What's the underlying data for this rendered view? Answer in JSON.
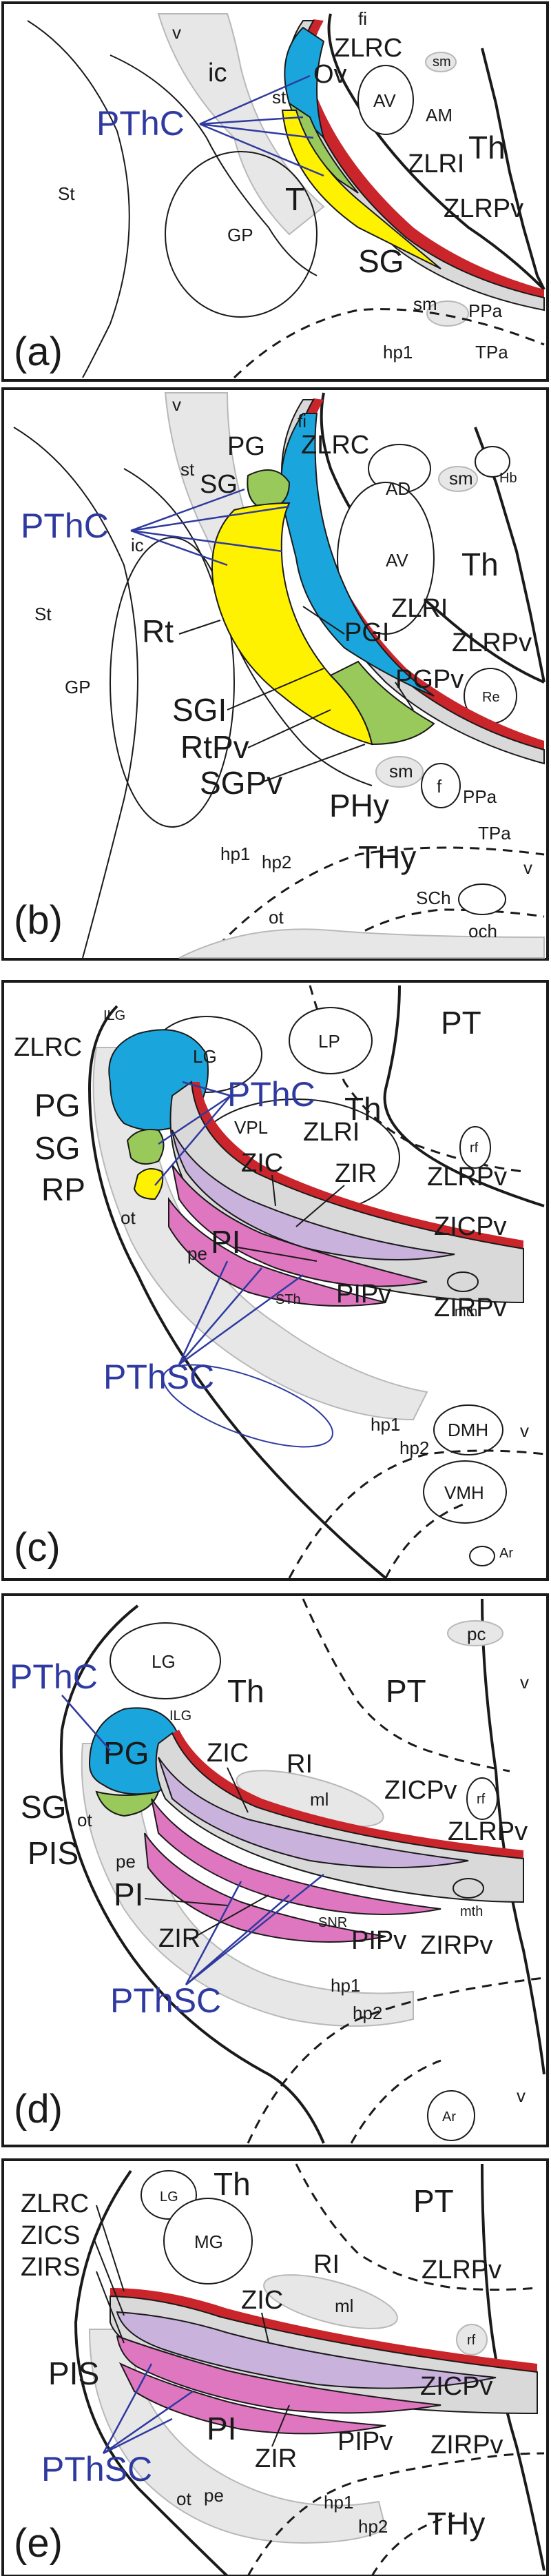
{
  "colors": {
    "blue_fill": "#1aa6dc",
    "yellow_fill": "#fff200",
    "green_fill": "#9ac95b",
    "red_band": "#c9252b",
    "lilac_fill": "#c9b2dc",
    "pink_fill": "#df76c0",
    "gray_fill": "#d9d9d9",
    "label_blue": "#2f3aa0"
  },
  "panels": [
    {
      "id": "a",
      "panel_label": "(a)",
      "labels": {
        "v": "v",
        "fi": "fi",
        "ZLRC": "ZLRC",
        "sm_top": "sm",
        "ic": "ic",
        "st": "st",
        "Ov": "Ov",
        "AV": "AV",
        "AM": "AM",
        "PThC": "PThC",
        "Th": "Th",
        "ZLRI": "ZLRI",
        "St": "St",
        "T": "T",
        "ZLRPv": "ZLRPv",
        "GP": "GP",
        "SG": "SG",
        "sm_bottom": "sm",
        "PPa": "PPa",
        "hp1": "hp1",
        "TPa": "TPa"
      }
    },
    {
      "id": "b",
      "panel_label": "(b)",
      "labels": {
        "v": "v",
        "fi": "fi",
        "ZLRC": "ZLRC",
        "PG": "PG",
        "st": "st",
        "SG": "SG",
        "sm": "sm",
        "Hb": "Hb",
        "AD": "AD",
        "PThC": "PThC",
        "ic": "ic",
        "AV": "AV",
        "Th": "Th",
        "ZLRI": "ZLRI",
        "St": "St",
        "Rt": "Rt",
        "PGI": "PGI",
        "ZLRPv": "ZLRPv",
        "GP": "GP",
        "PGPv": "PGPv",
        "SGI": "SGI",
        "Re": "Re",
        "RtPv": "RtPv",
        "SGPv": "SGPv",
        "sm2": "sm",
        "f": "f",
        "PPa": "PPa",
        "PHy": "PHy",
        "TPa": "TPa",
        "hp1": "hp1",
        "hp2": "hp2",
        "THy": "THy",
        "v2": "v",
        "SCh": "SCh",
        "ot": "ot",
        "och": "och"
      }
    },
    {
      "id": "c",
      "panel_label": "(c)",
      "labels": {
        "LP": "LP",
        "PT": "PT",
        "ILG": "ILG",
        "LG": "LG",
        "ZLRC": "ZLRC",
        "PThC": "PThC",
        "Th": "Th",
        "rf": "rf",
        "PG": "PG",
        "VPL": "VPL",
        "ZLRI": "ZLRI",
        "SG": "SG",
        "ZIC": "ZIC",
        "ZIR": "ZIR",
        "ZLRPv": "ZLRPv",
        "RP": "RP",
        "ZICPv": "ZICPv",
        "ot": "ot",
        "PI": "PI",
        "pe": "pe",
        "mth": "mth",
        "STh": "STh",
        "PIPv": "PIPv",
        "ZIRPv": "ZIRPv",
        "PThSC": "PThSC",
        "hp1": "hp1",
        "DMH": "DMH",
        "hp2": "hp2",
        "v": "v",
        "VMH": "VMH",
        "Ar": "Ar"
      }
    },
    {
      "id": "d",
      "panel_label": "(d)",
      "labels": {
        "pc": "pc",
        "LG": "LG",
        "PThC": "PThC",
        "Th": "Th",
        "PT": "PT",
        "v": "v",
        "ILG": "ILG",
        "PG": "PG",
        "ZIC": "ZIC",
        "RI": "RI",
        "rf": "rf",
        "ml": "ml",
        "ZICPv": "ZICPv",
        "SG": "SG",
        "ot": "ot",
        "ZLRPv": "ZLRPv",
        "PIS": "PIS",
        "pe": "pe",
        "PI": "PI",
        "mth": "mth",
        "ZIR": "ZIR",
        "SNR": "SNR",
        "PIPv": "PIPv",
        "ZIRPv": "ZIRPv",
        "PThSC": "PThSC",
        "hp1": "hp1",
        "hp2": "hp2",
        "Ar": "Ar",
        "v2": "v"
      }
    },
    {
      "id": "e",
      "panel_label": "(e)",
      "labels": {
        "Th": "Th",
        "PT": "PT",
        "LG": "LG",
        "ZLRC": "ZLRC",
        "MG": "MG",
        "ZICS": "ZICS",
        "RI": "RI",
        "ZLRPv": "ZLRPv",
        "ZIRS": "ZIRS",
        "ZIC": "ZIC",
        "ml": "ml",
        "rf": "rf",
        "ZICPv": "ZICPv",
        "PIS": "PIS",
        "PI": "PI",
        "ZIR": "ZIR",
        "PIPv": "PIPv",
        "ZIRPv": "ZIRPv",
        "PThSC": "PThSC",
        "ot": "ot",
        "pe": "pe",
        "hp1": "hp1",
        "hp2": "hp2",
        "THy": "THy"
      }
    }
  ]
}
